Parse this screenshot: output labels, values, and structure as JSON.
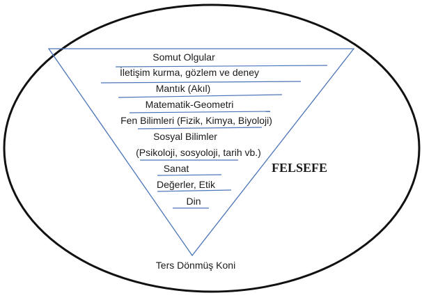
{
  "diagram": {
    "title": "FELSEFE",
    "caption": "Ters Dönmüş Koni",
    "layers": [
      "Somut Olgular",
      "İletişim kurma, gözlem ve deney",
      "Mantık (Akıl)",
      "Matematik-Geometri",
      "Fen Bilimleri (Fizik, Kimya, Biyoloji)",
      "Sosyal Bilimler",
      "(Psikoloji, sosyoloji, tarih vb.)",
      "Sanat",
      "Değerler, Etik",
      "Din"
    ],
    "colors": {
      "ellipse": "#111111",
      "triangle": "#4a74b8",
      "divider": "#4a74b8",
      "text": "#1a1a1a"
    }
  }
}
